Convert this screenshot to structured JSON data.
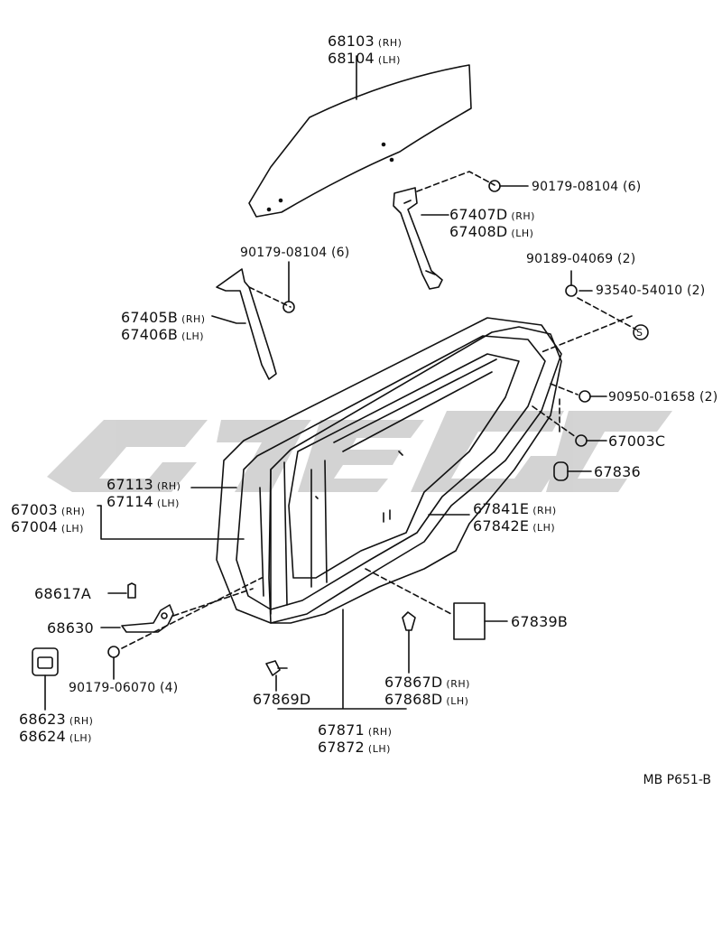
{
  "diagram": {
    "reference_code": "MB  P651-B",
    "watermark_text": "GPEC",
    "colors": {
      "line": "#111111",
      "watermark": "#cfcfcf",
      "background": "#ffffff"
    },
    "labels": {
      "glass": {
        "rh_part": "68103",
        "rh_tag": "(RH)",
        "lh_part": "68104",
        "lh_tag": "(LH)"
      },
      "rear_channel": {
        "rh_part": "67407D",
        "rh_tag": "(RH)",
        "lh_part": "67408D",
        "lh_tag": "(LH)"
      },
      "bolt_top": "90179-08104 (6)",
      "bolt_left": "90179-08104 (6)",
      "front_channel": {
        "rh_part": "67405B",
        "rh_tag": "(RH)",
        "lh_part": "67406B",
        "lh_tag": "(LH)"
      },
      "screw": "90189-04069 (2)",
      "seal_s": "93540-54010 (2)",
      "seal_s_mark": "S",
      "clip_a": "90950-01658 (2)",
      "plug_c": "67003C",
      "grommet": "67836",
      "weatherstrip_upper": {
        "rh_part": "67113",
        "rh_tag": "(RH)",
        "lh_part": "67114",
        "lh_tag": "(LH)"
      },
      "door_panel": {
        "rh_part": "67003",
        "rh_tag": "(RH)",
        "lh_part": "67004",
        "lh_tag": "(LH)"
      },
      "weatherstrip_side": {
        "rh_part": "67841E",
        "rh_tag": "(RH)",
        "lh_part": "67842E",
        "lh_tag": "(LH)"
      },
      "pin": "68617A",
      "check": "68630",
      "pad": "67839B",
      "bolt_hinge": "90179-06070 (4)",
      "cover": {
        "rh_part": "68623",
        "rh_tag": "(RH)",
        "lh_part": "68624",
        "lh_tag": "(LH)"
      },
      "clip_b": "67869D",
      "clip_c": {
        "rh_part": "67867D",
        "rh_tag": "(RH)",
        "lh_part": "67868D",
        "lh_tag": "(LH)"
      },
      "weatherstrip_door": {
        "rh_part": "67871",
        "rh_tag": "(RH)",
        "lh_part": "67872",
        "lh_tag": "(LH)"
      }
    }
  }
}
